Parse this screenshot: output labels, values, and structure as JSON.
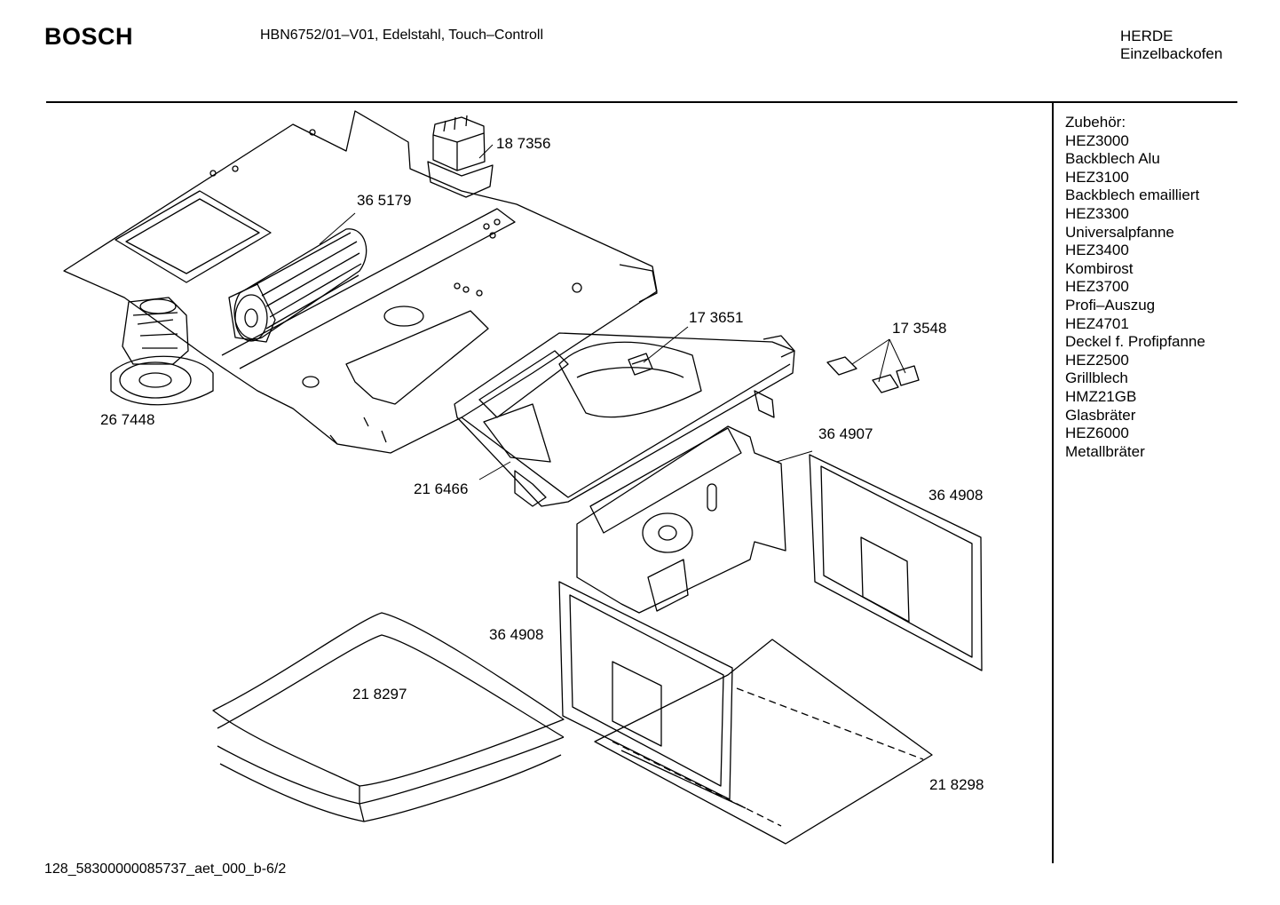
{
  "header": {
    "brand": "BOSCH",
    "model": "HBN6752/01–V01, Edelstahl, Touch–Controll",
    "category": [
      "HERDE",
      "Einzelbackofen"
    ]
  },
  "accessories": {
    "title": "Zubehör:",
    "items": [
      {
        "code": "HEZ3000",
        "name": "Backblech Alu"
      },
      {
        "code": "HEZ3100",
        "name": "Backblech emailliert"
      },
      {
        "code": "HEZ3300",
        "name": "Universalpfanne"
      },
      {
        "code": "HEZ3400",
        "name": "Kombirost"
      },
      {
        "code": "HEZ3700",
        "name": "Profi–Auszug"
      },
      {
        "code": "HEZ4701",
        "name": "Deckel f. Profipfanne"
      },
      {
        "code": "HEZ2500",
        "name": "Grillblech"
      },
      {
        "code": "HMZ21GB",
        "name": "Glasbräter"
      },
      {
        "code": "HEZ6000",
        "name": "Metallbräter"
      }
    ]
  },
  "parts": {
    "transformer": "18 7356",
    "fan_wheel": "36 5179",
    "motor": "26 7448",
    "switch": "17 3651",
    "connectors": "17 3548",
    "frame": "21 6466",
    "back_panel": "36 4907",
    "side_panel_right": "36 4908",
    "side_panel_left": "36 4908",
    "gasket": "21 8297",
    "bottom_tray": "21 8298"
  },
  "footer": "128_58300000085737_aet_000_b-6/2"
}
